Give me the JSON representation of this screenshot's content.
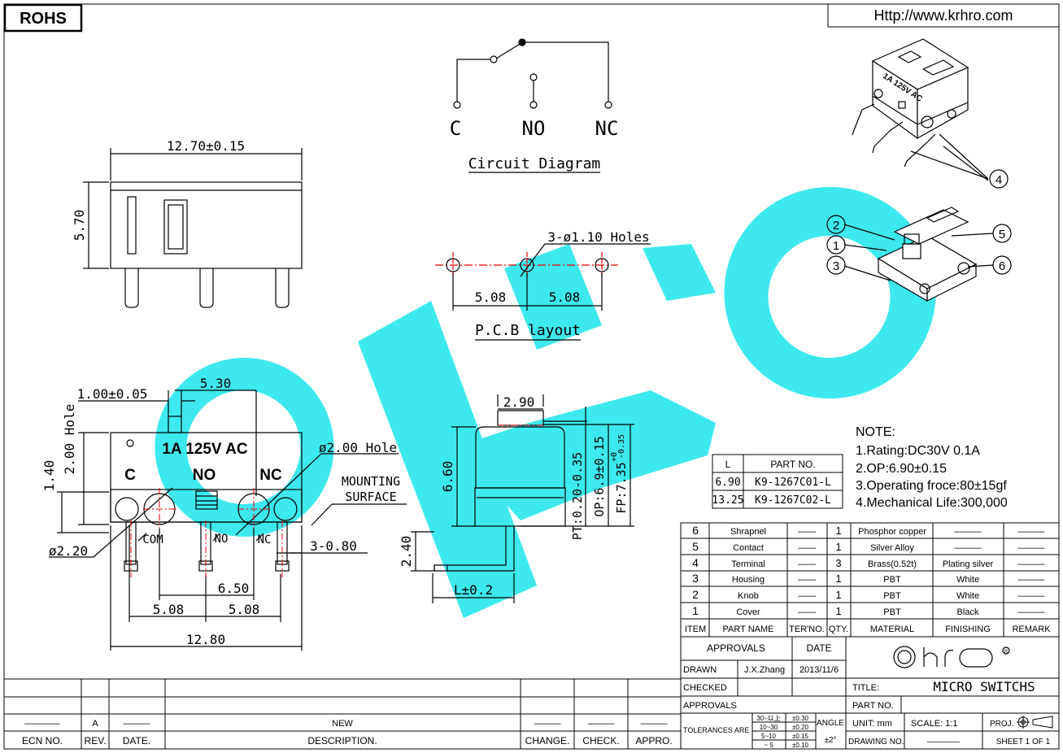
{
  "header": {
    "rohs": "ROHS",
    "url": "Http://www.krhro.com"
  },
  "circuit": {
    "c": "C",
    "no": "NO",
    "nc": "NC",
    "title": "Circuit Diagram"
  },
  "pcb": {
    "holes": "3-ø1.10 Holes",
    "d1": "5.08",
    "d2": "5.08",
    "title": "P.C.B layout"
  },
  "top_view": {
    "width": "12.70±0.15",
    "height": "5.70"
  },
  "front_view": {
    "pin_w": "1.00±0.05",
    "offset": "5.30",
    "hole_h": "2.00 Hole",
    "h140": "1.40",
    "marking": "1A 125V AC",
    "c": "C",
    "no": "NO",
    "nc": "NC",
    "hole_dia": "ø2.00 Hole",
    "mount": "MOUNTING SURFACE",
    "com": "COM",
    "no_pin": "NO",
    "nc_pin": "NC",
    "pin_dia": "ø2.20",
    "d380": "3-0.80",
    "d650": "6.50",
    "d508a": "5.08",
    "d508b": "5.08",
    "d1280": "12.80"
  },
  "side_view": {
    "w": "2.90",
    "h": "6.60",
    "h240": "2.40",
    "l": "L±0.2",
    "pt": "PT:0.20-0.35",
    "op": "OP:6.9±0.15",
    "fp": "FP:7.35",
    "fp_tol_up": "+0",
    "fp_tol_dn": "-0.35"
  },
  "iso_callouts": {
    "c4": "4",
    "c1": "1",
    "c2": "2",
    "c3": "3",
    "c5": "5",
    "c6": "6"
  },
  "part_table": {
    "headers": [
      "L",
      "PART NO."
    ],
    "rows": [
      [
        "6.90",
        "K9-1267C01-L"
      ],
      [
        "13.25",
        "K9-1267C02-L"
      ]
    ]
  },
  "notes": {
    "title": "NOTE:",
    "items": [
      "1.Rating:DC30V  0.1A",
      "2.OP:6.90±0.15",
      "3.Operating  froce:80±15gf",
      "4.Mechanical  Life:300,000"
    ]
  },
  "bom": {
    "rows": [
      {
        "item": "6",
        "name": "Shrapnel",
        "ter": "——",
        "qty": "1",
        "material": "Phosphor copper",
        "finish": "———",
        "remark": "———"
      },
      {
        "item": "5",
        "name": "Contact",
        "ter": "——",
        "qty": "1",
        "material": "Silver Alloy",
        "finish": "———",
        "remark": "———"
      },
      {
        "item": "4",
        "name": "Terminal",
        "ter": "——",
        "qty": "3",
        "material": "Brass(0.52t)",
        "finish": "Plating silver",
        "remark": "———"
      },
      {
        "item": "3",
        "name": "Housing",
        "ter": "——",
        "qty": "1",
        "material": "PBT",
        "finish": "White",
        "remark": "———"
      },
      {
        "item": "2",
        "name": "Knob",
        "ter": "——",
        "qty": "1",
        "material": "PBT",
        "finish": "White",
        "remark": "———"
      },
      {
        "item": "1",
        "name": "Cover",
        "ter": "——",
        "qty": "1",
        "material": "PBT",
        "finish": "Black",
        "remark": "———"
      }
    ],
    "headers": {
      "item": "ITEM",
      "name": "PART NAME",
      "ter": "TER'NO.",
      "qty": "QTY.",
      "material": "MATERIAL",
      "finish": "FINISHING",
      "remark": "REMARK"
    }
  },
  "title_block": {
    "approvals": "APPROVALS",
    "date": "DATE",
    "drawn": "DRAWN",
    "drawn_by": "J.X.Zhang",
    "drawn_date": "2013/11/6",
    "checked": "CHECKED",
    "approvals2": "APPROVALS",
    "title_label": "TITLE:",
    "title_value": "MICRO  SWITCHS",
    "part_no": "PART NO.",
    "tolerances": "TOLERANCES ARE",
    "tol_r1": "30~以上",
    "tol_v1": "±0.30",
    "tol_r2": "10~30",
    "tol_v2": "±0.20",
    "tol_r3": "5~10",
    "tol_v3": "±0.15",
    "tol_r4": "~ 5",
    "tol_v4": "±0.10",
    "angle": "ANGLE",
    "angle_v": "±2°",
    "unit": "UNIT: mm",
    "scale": "SCALE:  1:1",
    "proj": "PROJ.",
    "drawing_no": "DRAWING NO.",
    "drawing_no_v": "————",
    "sheet": "SHEET  1 OF 1",
    "logo": "hro"
  },
  "revision": {
    "rev_row": [
      "————",
      "A",
      "———",
      "NEW",
      "———",
      "———",
      "———"
    ],
    "headers": [
      "ECN NO.",
      "REV.",
      "DATE.",
      "DESCRIPTION.",
      "CHANGE.",
      "CHECK.",
      "APPRO."
    ]
  }
}
